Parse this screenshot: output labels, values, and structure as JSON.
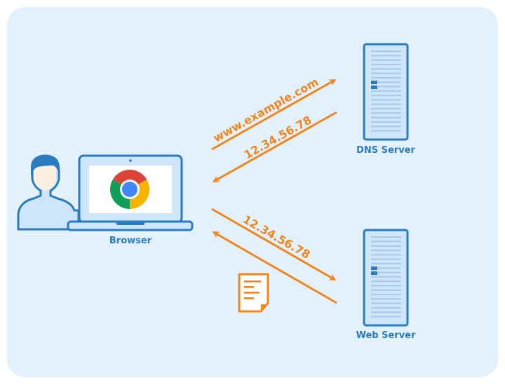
{
  "nodes": {
    "browser": {
      "label": "Browser"
    },
    "dns_server": {
      "label": "DNS Server"
    },
    "web_server": {
      "label": "Web Server"
    }
  },
  "edges": [
    {
      "from": "browser",
      "to": "dns_server",
      "label": "www.example.com"
    },
    {
      "from": "dns_server",
      "to": "browser",
      "label": "12.34.56.78"
    },
    {
      "from": "browser",
      "to": "web_server",
      "label": "12.34.56.78"
    },
    {
      "from": "web_server",
      "to": "browser",
      "label": ""
    }
  ],
  "icons": {
    "user": "user-icon",
    "laptop": "laptop-icon",
    "browser_logo": "chrome-logo-icon",
    "server": "server-icon",
    "document": "document-icon"
  },
  "colors": {
    "background": "#e3f1fd",
    "primary_blue": "#2a7bbf",
    "arrow_orange": "#f0861e"
  }
}
